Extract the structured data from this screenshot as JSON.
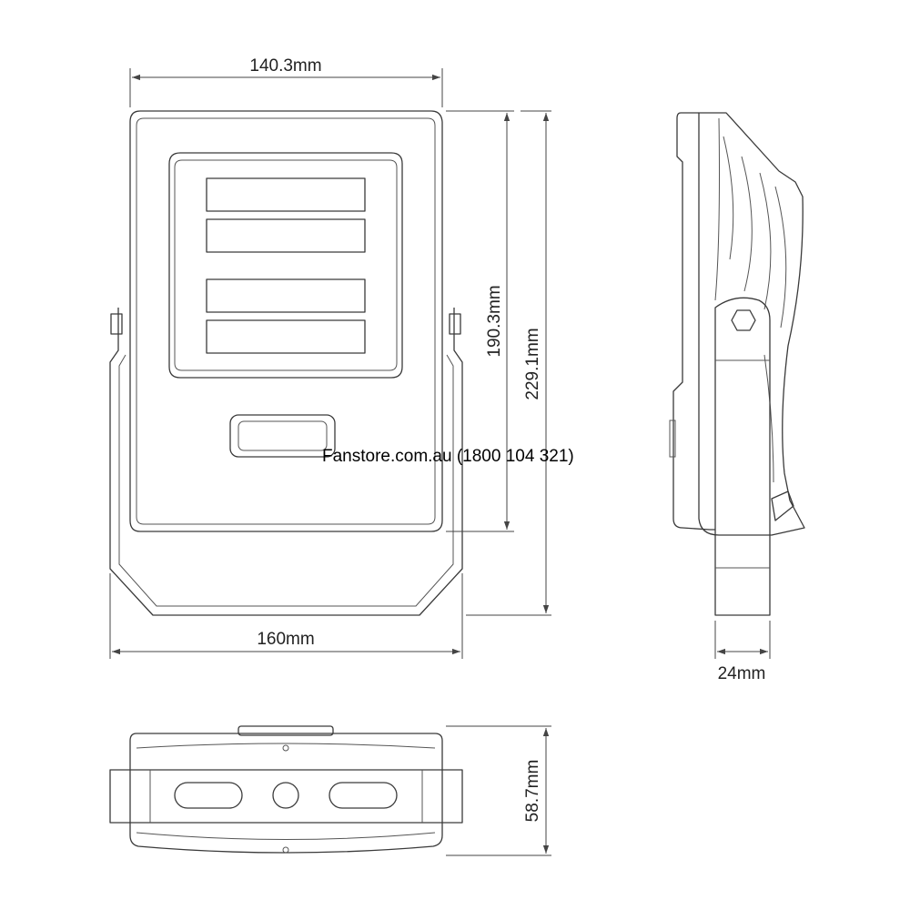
{
  "dimensions": {
    "front_width": "140.3mm",
    "bracket_width": "160mm",
    "body_height": "190.3mm",
    "total_height": "229.1mm",
    "side_depth": "24mm",
    "bottom_depth": "58.7mm"
  },
  "watermark": "Fanstore.com.au (1800 104 321)"
}
